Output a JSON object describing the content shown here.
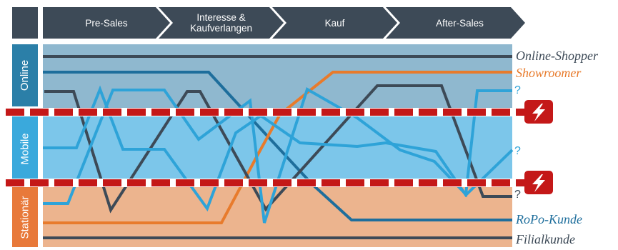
{
  "phases": [
    "Pre-Sales",
    "Interesse &\nKaufverlangen",
    "Kauf",
    "After-Sales"
  ],
  "channels": [
    "Online",
    "Mobile",
    "Stationär"
  ],
  "customer_types": {
    "online_shopper": "Online-Shopper",
    "showroomer": "Showroomer",
    "ropo": "RoPo-Kunde",
    "filial": "Filialkunde",
    "unknown": "?"
  },
  "warning_icon": "lightning-bolt-icon",
  "colors": {
    "dark": "#3d4a57",
    "online_band": "#8fb8cf",
    "mobile_band": "#7cc6ea",
    "stationaer_band": "#ecb48e",
    "online_tab": "#2b7fa8",
    "mobile_tab": "#3aa9dc",
    "stationaer_tab": "#e8793a",
    "orange_line": "#e87b2c",
    "blue_line": "#2ea3d8",
    "ropo_line": "#1e6e9c",
    "barrier": "#c41818"
  }
}
